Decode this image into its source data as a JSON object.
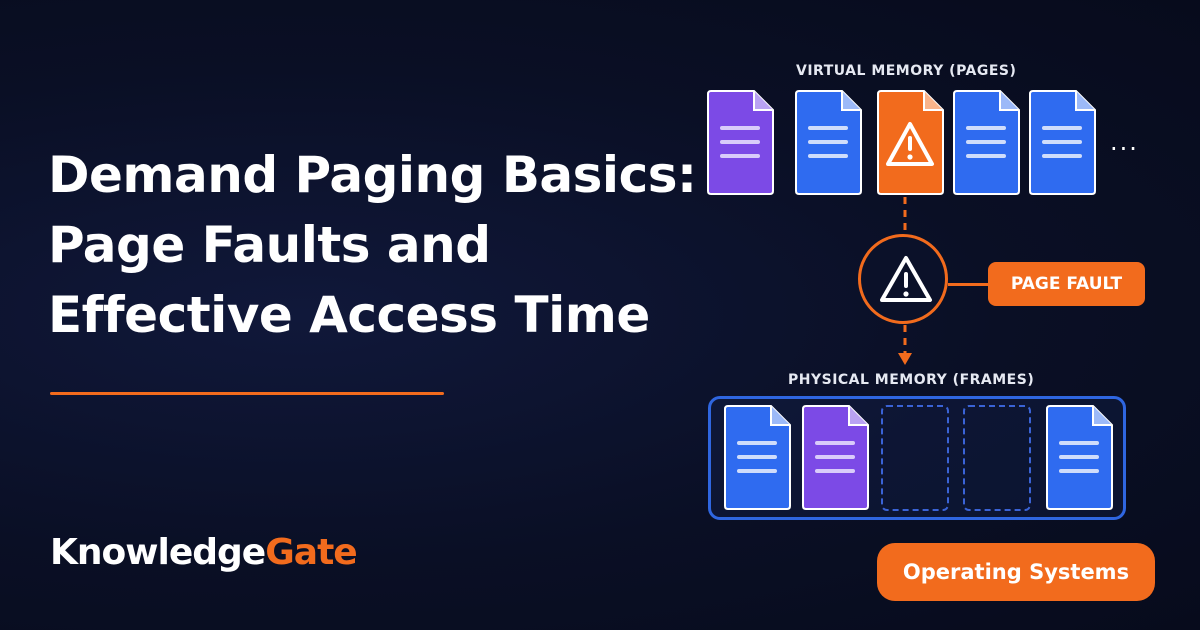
{
  "headline": {
    "line1": "Demand Paging Basics:",
    "line2": "Page Faults and",
    "line3": "Effective Access Time"
  },
  "brand": {
    "part1": "Knowledge",
    "part2": "Gate"
  },
  "diagram": {
    "virtual_label": "VIRTUAL MEMORY (PAGES)",
    "virtual_pages": [
      "purple",
      "blue",
      "orange-warning",
      "blue",
      "blue"
    ],
    "more_indicator": "...",
    "fault_icon": "warning-triangle-icon",
    "fault_label": "PAGE FAULT",
    "physical_label": "PHYSICAL MEMORY (FRAMES)",
    "physical_frames": [
      "blue",
      "purple",
      "empty",
      "empty",
      "blue"
    ]
  },
  "tag": {
    "label": "Operating Systems"
  },
  "colors": {
    "background": "#0a0f25",
    "accent_orange": "#f26b1d",
    "page_blue": "#2f6bf0",
    "page_purple": "#7c4ae6",
    "frame_border": "#2f66e0"
  }
}
